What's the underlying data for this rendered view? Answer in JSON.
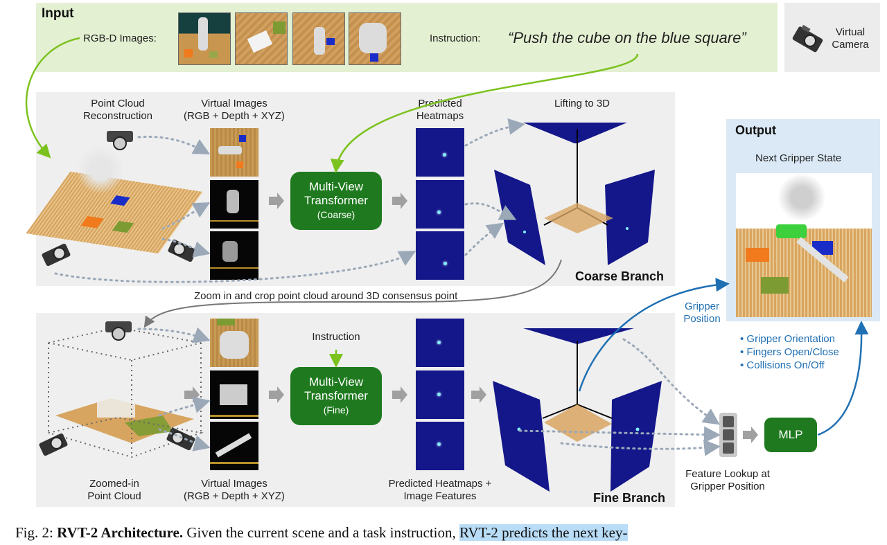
{
  "input": {
    "title": "Input",
    "rgbd_label": "RGB-D Images:",
    "instruction_label": "Instruction:",
    "instruction_text": "“Push the cube on the blue square”"
  },
  "virtual_camera": {
    "line1": "Virtual",
    "line2": "Camera"
  },
  "coarse": {
    "point_cloud_label_1": "Point Cloud",
    "point_cloud_label_2": "Reconstruction",
    "virtual_images_1": "Virtual Images",
    "virtual_images_2": "(RGB + Depth + XYZ)",
    "mvt_line1": "Multi-View",
    "mvt_line2": "Transformer",
    "mvt_sub": "(Coarse)",
    "heatmaps_1": "Predicted",
    "heatmaps_2": "Heatmaps",
    "lifting": "Lifting to 3D",
    "branch": "Coarse Branch"
  },
  "zoom_text": "Zoom in and crop point cloud around 3D consensus point",
  "fine": {
    "zoomed_1": "Zoomed-in",
    "zoomed_2": "Point Cloud",
    "virtual_images_1": "Virtual Images",
    "virtual_images_2": "(RGB + Depth + XYZ)",
    "instruction": "Instruction",
    "mvt_line1": "Multi-View",
    "mvt_line2": "Transformer",
    "mvt_sub": "(Fine)",
    "heatmaps_1": "Predicted Heatmaps +",
    "heatmaps_2": "Image Features",
    "branch": "Fine Branch"
  },
  "output": {
    "title": "Output",
    "next_state": "Next Gripper State",
    "gripper_position_1": "Gripper",
    "gripper_position_2": "Position",
    "bullets": [
      "Gripper Orientation",
      "Fingers Open/Close",
      "Collisions On/Off"
    ],
    "mlp": "MLP",
    "feature_lookup_1": "Feature Lookup at",
    "feature_lookup_2": "Gripper Position"
  },
  "caption": {
    "prefix": "Fig. 2: ",
    "bold": "RVT-2 Architecture.",
    "text": " Given the current scene and a task instruction, ",
    "highlight": "RVT-2 predicts the next key-"
  },
  "colors": {
    "input_bg": "#e4f0d2",
    "branch_bg": "#efefef",
    "output_bg": "#dbe9f6",
    "mvt_green": "#1f7a1f",
    "heatmap_blue": "#14178a",
    "arrow_green": "#7cc21f",
    "arrow_blue": "#1f6fb3"
  }
}
